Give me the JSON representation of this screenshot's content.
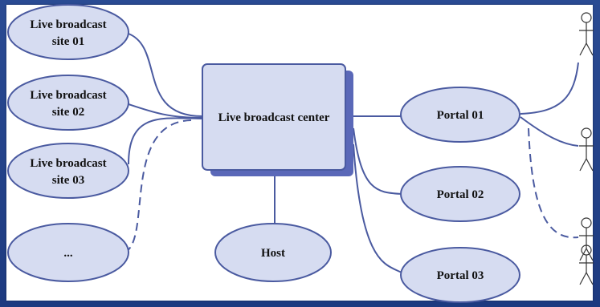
{
  "diagram": {
    "sites": [
      {
        "line1": "Live broadcast",
        "line2": "site 01"
      },
      {
        "line1": "Live broadcast",
        "line2": "site 02"
      },
      {
        "line1": "Live broadcast",
        "line2": "site 03"
      },
      {
        "line1": "..."
      }
    ],
    "center": {
      "label": "Live broadcast center"
    },
    "host": {
      "label": "Host"
    },
    "portals": [
      {
        "label": "Portal 01"
      },
      {
        "label": "Portal 02"
      },
      {
        "label": "Portal 03"
      }
    ],
    "users": {
      "count": 4,
      "icon": "stick-figure-user-icon"
    },
    "colors": {
      "node_fill": "#d6dcf1",
      "node_stroke": "#4a5aa0",
      "edge": "#4a5aa0",
      "center_shadow": "#5a68b8",
      "frame": "#1f3f86"
    }
  }
}
